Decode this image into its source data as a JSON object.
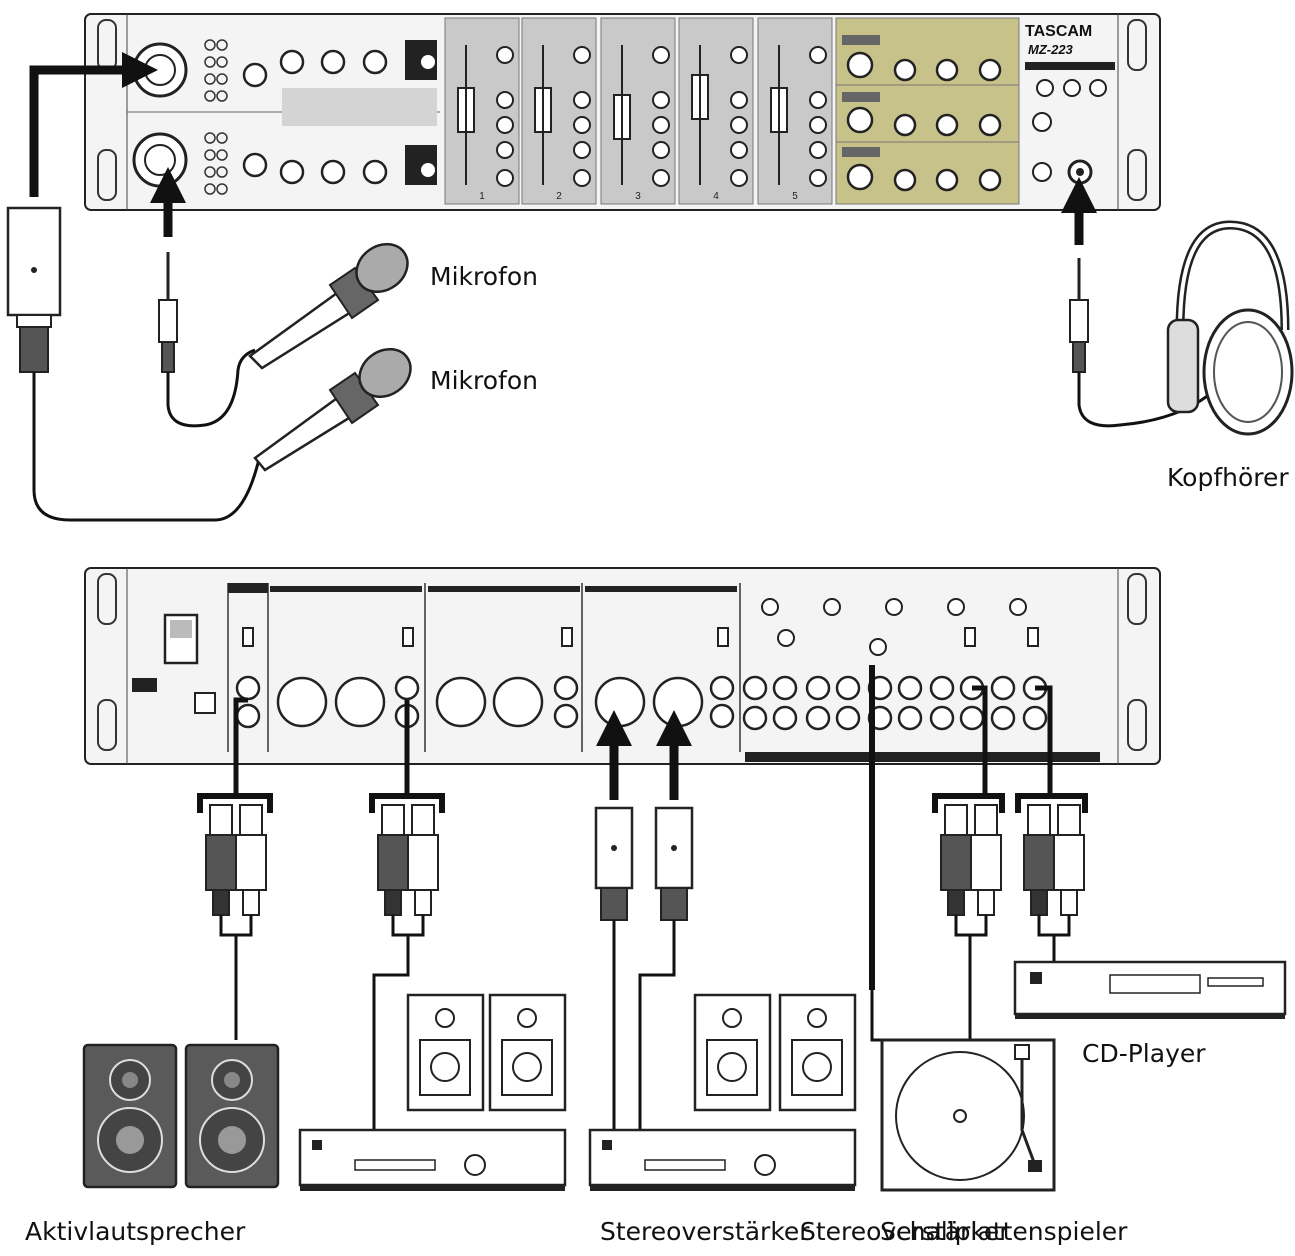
{
  "device": {
    "brand": "TASCAM",
    "model": "MZ-223",
    "front_channel_numbers": [
      "1",
      "2",
      "3",
      "4",
      "5"
    ]
  },
  "labels": {
    "microphone_1": "Mikrofon",
    "microphone_2": "Mikrofon",
    "headphones": "Kopfhörer",
    "active_speakers": "Aktivlautsprecher",
    "stereo_amp_1": "Stereoverstärker",
    "stereo_amp_2": "Stereoverstärker",
    "turntable": "Schallplattenspieler",
    "cd_player": "CD-Player"
  },
  "colors": {
    "front_panel": "#f4f4f4",
    "channel_strip": "#c9c9c9",
    "output_section": "#c7c28a",
    "cable": "#111111",
    "speaker_body": "#5a5a5a"
  }
}
